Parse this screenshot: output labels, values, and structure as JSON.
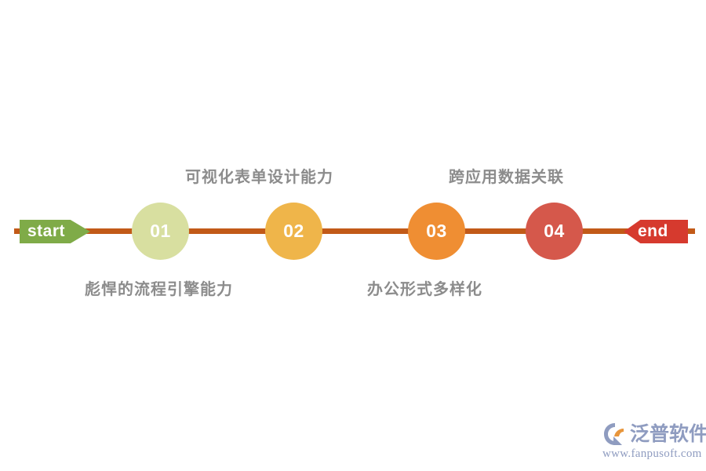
{
  "diagram": {
    "type": "horizontal-timeline",
    "start_label": "start",
    "end_label": "end",
    "start_color": "#7fab48",
    "end_color": "#d63a2e",
    "line_color": "#c25a18",
    "caption_color": "#8c8c8c",
    "nodes": [
      {
        "number": "01",
        "color": "#d8dfa0",
        "caption": "彪悍的流程引擎能力",
        "caption_position": "below"
      },
      {
        "number": "02",
        "color": "#efb54a",
        "caption": "可视化表单设计能力",
        "caption_position": "above"
      },
      {
        "number": "03",
        "color": "#ef8e33",
        "caption": "办公形式多样化",
        "caption_position": "below"
      },
      {
        "number": "04",
        "color": "#d5584b",
        "caption": "跨应用数据关联",
        "caption_position": "above"
      }
    ]
  },
  "watermark": {
    "brand_name": "泛普软件",
    "url": "www.fanpusoft.com",
    "color": "#8f9cc0",
    "accent_color": "#e8963c",
    "logo_icon": "fanpu-swoosh-logo-icon"
  }
}
